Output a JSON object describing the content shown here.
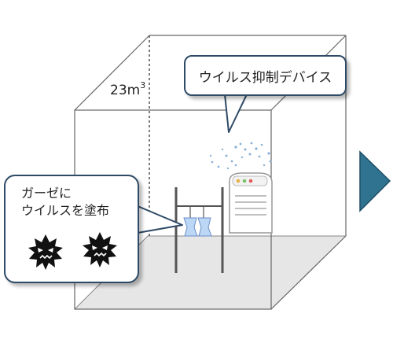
{
  "room": {
    "size_value": "23m",
    "size_exponent": "3"
  },
  "device_callout": {
    "text": "ウイルス抑制デバイス"
  },
  "gauze_callout": {
    "line1": "ガーゼに",
    "line2": "ウイルスを塗布"
  },
  "colors": {
    "arrow": "#2f7391",
    "callout_border": "#2e4a66",
    "floor": "#e6e6e6",
    "gauze": "#bcd6f6",
    "virus": "#111111"
  },
  "icons": [
    "virus-icon",
    "virus-icon",
    "air-purifier-icon",
    "drying-rack-icon",
    "next-arrow-icon"
  ]
}
